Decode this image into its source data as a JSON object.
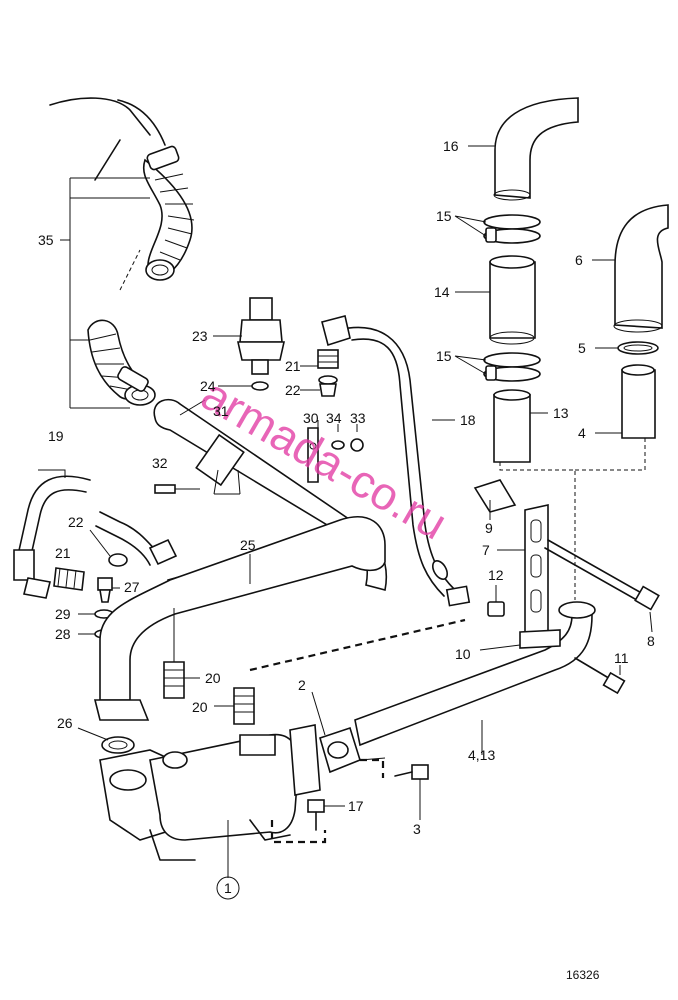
{
  "diagram": {
    "figure_number": "16326",
    "watermark": "armada-co.ru",
    "callouts": [
      "35",
      "23",
      "24",
      "31",
      "21",
      "22",
      "30",
      "34",
      "33",
      "18",
      "16",
      "15",
      "14",
      "6",
      "5",
      "15",
      "13",
      "4",
      "19",
      "32",
      "22",
      "21",
      "27",
      "29",
      "28",
      "25",
      "9",
      "7",
      "12",
      "8",
      "10",
      "11",
      "20",
      "20",
      "2",
      "26",
      "4,13",
      "17",
      "3",
      "1"
    ]
  }
}
